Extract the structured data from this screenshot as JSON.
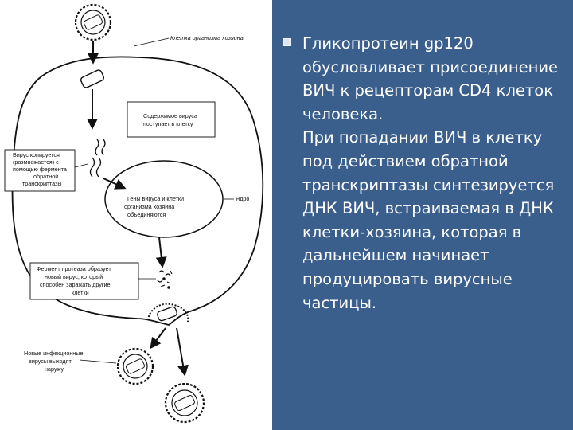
{
  "diagram": {
    "host_cell_label": "Клетка организма хозяина",
    "virus_contents_box": [
      "Содержимое вируса",
      "поступает в клетку"
    ],
    "reverse_transcriptase_box": [
      "Вирус копируется",
      "(размножается) с",
      "помощью фермента",
      "обратной",
      "транскриптазы"
    ],
    "genes_merge_text": [
      "Гены вируса и клетки",
      "организма хозяина",
      "объединяются"
    ],
    "nucleus_label": "Ядро",
    "protease_box": [
      "Фермент протеаза образует",
      "новый вирус, который",
      "способен заражать другие",
      "клетки"
    ],
    "new_viruses_label": [
      "Новые инфекционные",
      "вирусы выходят",
      "наружу"
    ]
  },
  "bullet_text": {
    "paragraph1": "Гликопротеин gp120 обусловливает присоединение ВИЧ к рецепторам CD4 клеток человека.",
    "paragraph2": "При попадании ВИЧ в клетку под действием обратной транскриптазы синтезируется ДНК ВИЧ, встраиваемая в ДНК клетки-хозяина, которая в дальнейшем начинает продуцировать вирусные частицы."
  },
  "colors": {
    "text_panel_bg": "#3a5f8d",
    "text_color": "#ffffff",
    "diagram_bg": "#ffffff",
    "line_color": "#111111"
  }
}
